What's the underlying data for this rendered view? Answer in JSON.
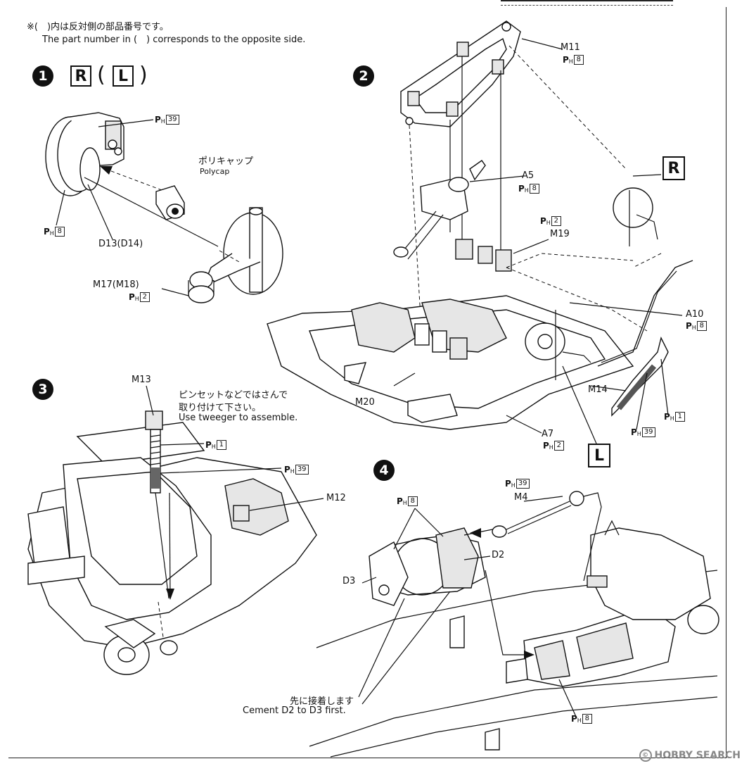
{
  "note": {
    "jp": "※(　)内は反対側の部品番号です。",
    "en": "The part number in (　) corresponds to the opposite side."
  },
  "steps": {
    "s1": "1",
    "s2": "2",
    "s3": "3",
    "s4": "4"
  },
  "side_r": "R",
  "side_l": "L",
  "paren_open": "(",
  "paren_close": ")",
  "step1": {
    "polycap_jp": "ポリキャップ",
    "polycap_en": "Polycap",
    "d13": "D13(D14)",
    "m17": "M17(M18)",
    "ph_top": "39",
    "ph_left": "8",
    "ph_m17": "2"
  },
  "step2": {
    "m11": "M11",
    "ph_m11": "8",
    "a5": "A5",
    "ph_a5": "8",
    "m19": "M19",
    "ph_m19": "2",
    "a10": "A10",
    "ph_a10": "8",
    "m14": "M14",
    "ph_m14a": "1",
    "ph_m14b": "39",
    "m20": "M20",
    "a7": "A7",
    "ph_a7": "2"
  },
  "step3": {
    "m13": "M13",
    "tweezer_jp1": "ピンセットなどではさんで",
    "tweezer_jp2": "取り付けて下さい。",
    "tweezer_en": "Use tweeger to assemble.",
    "ph_a": "1",
    "ph_b": "39",
    "m12": "M12"
  },
  "step4": {
    "ph_d": "8",
    "ph_m4": "39",
    "m4": "M4",
    "d2": "D2",
    "d3": "D3",
    "cement_jp": "先に接着します",
    "cement_en": "Cement D2 to D3 first.",
    "ph_bottom": "8"
  },
  "ph_letter": "P",
  "ph_sub": "H",
  "watermark": {
    "icon": "copyright-icon",
    "text": "HOBBY SEARCH"
  }
}
